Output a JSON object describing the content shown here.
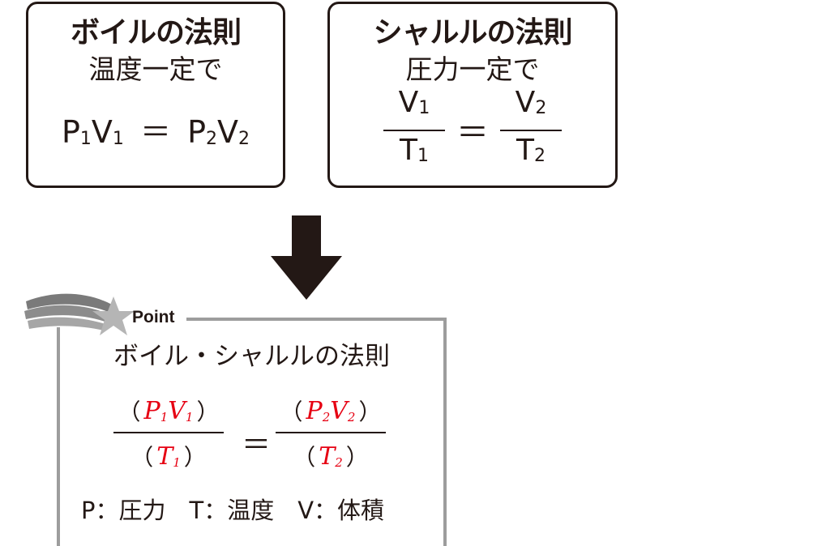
{
  "boyle": {
    "title": "ボイルの法則",
    "condition": "温度一定で",
    "equation": {
      "p1": "P",
      "s1": "1",
      "v1": "V",
      "s2": "1",
      "eq": "＝",
      "p2": "P",
      "s3": "2",
      "v2": "V",
      "s4": "2"
    }
  },
  "charles": {
    "title": "シャルルの法則",
    "condition": "圧力一定で",
    "left": {
      "num": "V",
      "num_sub": "1",
      "den": "T",
      "den_sub": "1"
    },
    "eq": "＝",
    "right": {
      "num": "V",
      "num_sub": "2",
      "den": "T",
      "den_sub": "2"
    }
  },
  "point": {
    "label": "Point",
    "title": "ボイル・シャルルの法則",
    "formula": {
      "left_num_letter1": "P",
      "left_num_sub1": "1",
      "left_num_letter2": "V",
      "left_num_sub2": "1",
      "left_den_letter": "T",
      "left_den_sub": "1",
      "right_num_letter1": "P",
      "right_num_sub1": "2",
      "right_num_letter2": "V",
      "right_num_sub2": "2",
      "right_den_letter": "T",
      "right_den_sub": "2",
      "open": "（",
      "close": "）",
      "eq": "＝"
    },
    "legend": "P：圧力　T：温度　V：体積"
  },
  "colors": {
    "ink": "#231815",
    "handwriting": "#e60012",
    "point_border": "#9d9d9d",
    "star": "#aaaaaa"
  },
  "icons": {
    "arrow": "down-arrow-icon",
    "star": "shooting-star-icon"
  }
}
